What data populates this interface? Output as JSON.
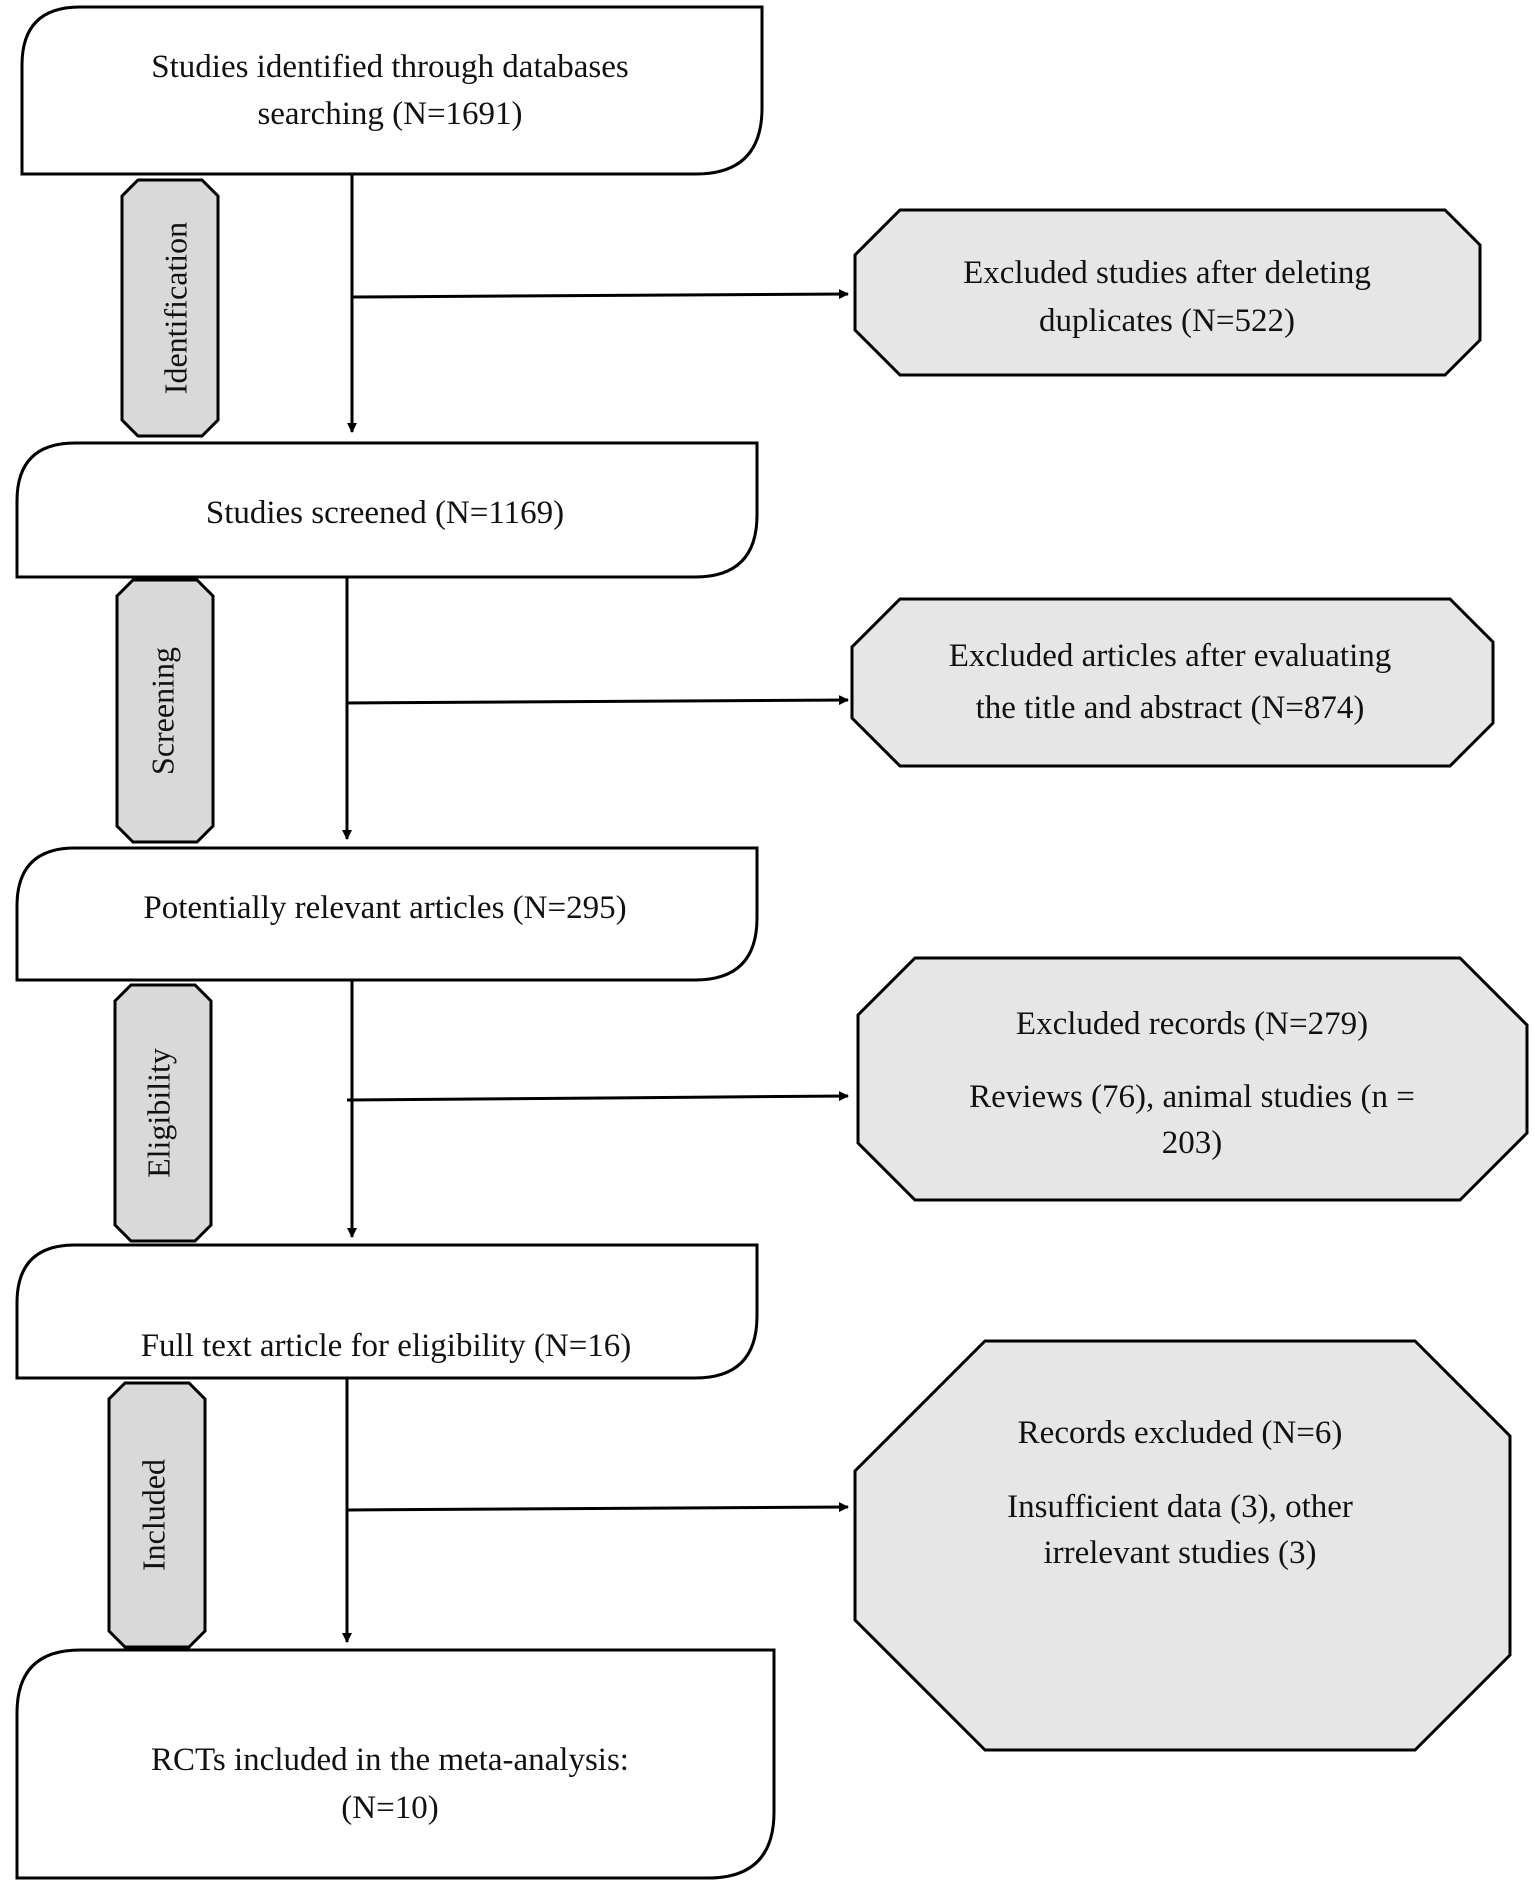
{
  "flow": {
    "identified": {
      "line1": "Studies identified through databases",
      "line2": "searching  (N=1691)"
    },
    "screened": {
      "line1": "Studies screened  (N=1169)"
    },
    "relevant": {
      "line1": "Potentially relevant  articles  (N=295)"
    },
    "fulltext": {
      "line1": "Full text article  for eligibility (N=16)"
    },
    "included": {
      "line1": "RCTs included in the meta-analysis:",
      "line2": "(N=10)"
    }
  },
  "exclusions": {
    "duplicates": {
      "line1": "Excluded  studies after deleting",
      "line2": "duplicates  (N=522)"
    },
    "title_abstract": {
      "line1": "Excluded  articles after evaluating",
      "line2": "the title and abstract  (N=874)"
    },
    "records": {
      "line1": "Excluded  records  (N=279)",
      "line2": "Reviews  (76),  animal studies  (n =",
      "line3": "203)"
    },
    "records_excluded": {
      "line1": "Records  excluded  (N=6)",
      "line2": "Insufficient  data  (3), other",
      "line3": "irrelevant  studies (3)"
    }
  },
  "stages": {
    "identification": "Identification",
    "screening": "Screening",
    "eligibility": "Eligibility",
    "included": "Included"
  },
  "colors": {
    "exclusion_fill": "#e6e6e6",
    "stage_fill": "#d9d9d9",
    "line": "#000000"
  }
}
